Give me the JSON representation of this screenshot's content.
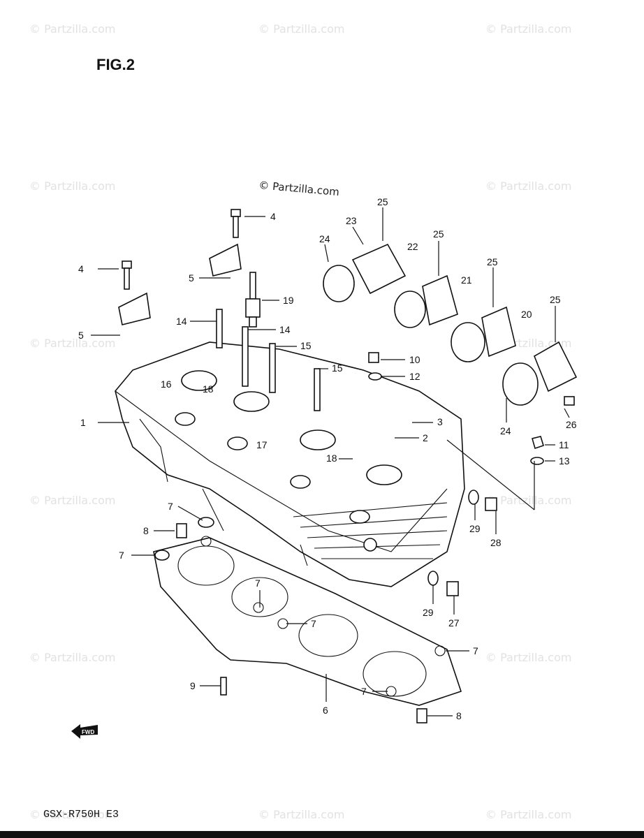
{
  "figure_title": "FIG.2",
  "model_code": "GSX-R750H  E3",
  "watermark": "© Partzilla.com",
  "watermark_main": "© Partzilla.com",
  "fwd_label": "FWD",
  "callouts": {
    "c1": "1",
    "c2": "2",
    "c3": "3",
    "c4a": "4",
    "c4b": "4",
    "c5a": "5",
    "c5b": "5",
    "c6": "6",
    "c7a": "7",
    "c7b": "7",
    "c7c": "7",
    "c7d": "7",
    "c7e": "7",
    "c7f": "7",
    "c8a": "8",
    "c8b": "8",
    "c9": "9",
    "c10": "10",
    "c11": "11",
    "c12": "12",
    "c13": "13",
    "c14a": "14",
    "c14b": "14",
    "c15a": "15",
    "c15b": "15",
    "c16": "16",
    "c17": "17",
    "c18a": "18",
    "c18b": "18",
    "c19": "19",
    "c20": "20",
    "c21": "21",
    "c22": "22",
    "c23": "23",
    "c24a": "24",
    "c24b": "24",
    "c25a": "25",
    "c25b": "25",
    "c25c": "25",
    "c25d": "25",
    "c26": "26",
    "c27": "27",
    "c28": "28",
    "c29a": "29",
    "c29b": "29"
  }
}
